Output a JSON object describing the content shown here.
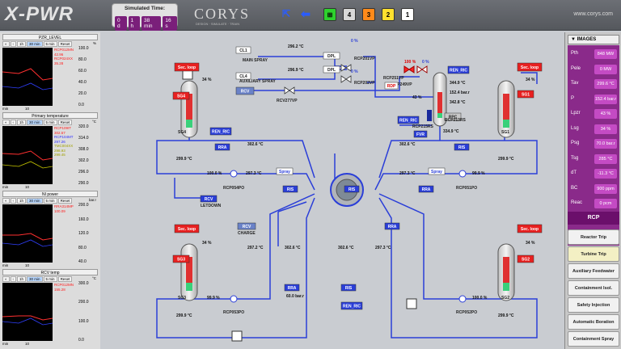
{
  "app": {
    "logo": "X-PWR",
    "vendor": "CORYS",
    "vendor_sub": "DESIGN · SIMULATE · TRAIN",
    "url": "www.corys.com",
    "sim_time_label": "Simulated Time:",
    "sim_time": [
      "0 d",
      "1 h",
      "38 min",
      "16 s"
    ],
    "toolbar_buttons": [
      "4",
      "3",
      "2",
      "1"
    ]
  },
  "trends": [
    {
      "title": "PZR_LEVEL",
      "unit": "%",
      "legend": [
        {
          "text": "RCP012MN",
          "color": "#ff2020"
        },
        {
          "text": "42.96",
          "color": "#ff2020"
        },
        {
          "text": "RCP024XX",
          "color": "#ff2020"
        },
        {
          "text": "35.28",
          "color": "#ff2020"
        }
      ],
      "axis": [
        "100.0",
        "80.0",
        "60.0",
        "40.0",
        "20.0",
        "0.0"
      ],
      "xticks": [
        "min",
        "10"
      ]
    },
    {
      "title": "Primary temperature",
      "unit": "°C",
      "legend": [
        {
          "text": "RCP109IT",
          "color": "#ff2020"
        },
        {
          "text": "302.57",
          "color": "#ff2020"
        },
        {
          "text": "RCP104MT",
          "color": "#3030ff"
        },
        {
          "text": "297.26",
          "color": "#3030ff"
        },
        {
          "text": "TMC004XX",
          "color": "#a0a000"
        },
        {
          "text": "298.93",
          "color": "#a0a000"
        },
        {
          "text": "299.45",
          "color": "#a0a000"
        }
      ],
      "axis": [
        "320.0",
        "314.0",
        "308.0",
        "302.0",
        "296.0",
        "290.0"
      ],
      "xticks": [
        "min",
        "10"
      ]
    },
    {
      "title": "NI power",
      "unit": "bar.r",
      "legend": [
        {
          "text": "RRA314MP",
          "color": "#ff2020"
        },
        {
          "text": "100.09",
          "color": "#ff2020"
        }
      ],
      "axis": [
        "200.0",
        "160.0",
        "120.0",
        "80.0",
        "40.0"
      ],
      "xticks": [
        "min",
        "10"
      ]
    },
    {
      "title": "RCV temp",
      "unit": "°C",
      "legend": [
        {
          "text": "RCP012MN",
          "color": "#ff2020"
        },
        {
          "text": "155.28",
          "color": "#ff2020"
        }
      ],
      "axis": [
        "300.0",
        "200.0",
        "100.0",
        "0.0"
      ],
      "xticks": [
        "min",
        "10"
      ]
    }
  ],
  "trend_buttons": [
    "«",
    "‹",
    "1h",
    "30 min",
    "5 min",
    "Reset"
  ],
  "diagram": {
    "main_spray": "MAIN SPRAY",
    "aux_spray": "AUXILIARY SPRAY",
    "cl1": "CL1",
    "cl4": "CL4",
    "dpl": "DPL",
    "rcv": "RCV",
    "rcv_valve": "RCV277VP",
    "rcp201vp": "RCP201VP",
    "rcp202vp": "RCP202VP",
    "rcp249vp": "RCP249VP",
    "rcp251vp": "RCP251VP",
    "rdp": "RDP",
    "pct_top1": "0 %",
    "pct_top2": "0 %",
    "pct_top3": "0 %",
    "pct_pzr": "100 %",
    "pct_pzr2": "0 %",
    "temp_main": "296.2 °C",
    "temp_aux": "296.9 °C",
    "ren_ric": "REN_RIC",
    "pzr_p": "344.9 °C",
    "pzr_bar": "152.4 bar.r",
    "pzr_t": "342.8 °C",
    "pzr_level": "43 %",
    "rcp213rs": "RCP213RS",
    "rcp215rs": "RCP215RS",
    "rpc": "RPC",
    "pzr_out": "334.9 °C",
    "fvr": "FVR",
    "sec_loop": "Sec. loop",
    "sg1": "SG1",
    "sg2": "SG2",
    "sg3": "SG3",
    "sg4": "SG4",
    "sg_pct": "34 %",
    "rra": "RRA",
    "ris": "RIS",
    "spray": "Spray",
    "charge": "CHARGE",
    "letdown": "LETDOWN",
    "loop_tl": {
      "hot": "302.6 °C",
      "cold": "299.9 °C",
      "pump": "RCP054PO",
      "pct": "100.0 %",
      "tc": "297.3 °C"
    },
    "loop_tr": {
      "hot": "302.6 °C",
      "cold": "299.9 °C",
      "pump": "RCP051PO",
      "pct": "99.9 %",
      "tc": "297.3 °C"
    },
    "loop_bl": {
      "hot": "302.6 °C",
      "cold": "299.9 °C",
      "pump": "RCP053PO",
      "pct": "99.9 %",
      "tc": "297.2 °C"
    },
    "loop_br": {
      "hot": "302.6 °C",
      "cold": "299.9 °C",
      "pump": "RCP052PO",
      "pct": "100.0 %",
      "tc": "297.3 °C"
    },
    "rra_bar": "60.0 bar.r"
  },
  "images": {
    "header": "IMAGES",
    "rows": [
      {
        "k": "Pth",
        "v": "848 MW"
      },
      {
        "k": "Pele",
        "v": "0 MW"
      },
      {
        "k": "Tav",
        "v": "299.6 °C"
      },
      {
        "k": "P",
        "v": "152.4 bar.r"
      },
      {
        "k": "Lpzr",
        "v": "43 %"
      },
      {
        "k": "Lsg",
        "v": "34 %"
      },
      {
        "k": "Psg",
        "v": "70.0 bar.r"
      },
      {
        "k": "Tsg",
        "v": "285 °C"
      },
      {
        "k": "dT",
        "v": "-11.3 °C"
      },
      {
        "k": "BC",
        "v": "900 ppm"
      },
      {
        "k": "Reac",
        "v": "0 pcm"
      }
    ],
    "tab": "RCP"
  },
  "menu": [
    "Reactor Trip",
    "Turbine Trip",
    "Auxiliary Feedwater",
    "Containment Isol.",
    "Safety Injection",
    "Automatic Boration",
    "Containment Spray"
  ]
}
